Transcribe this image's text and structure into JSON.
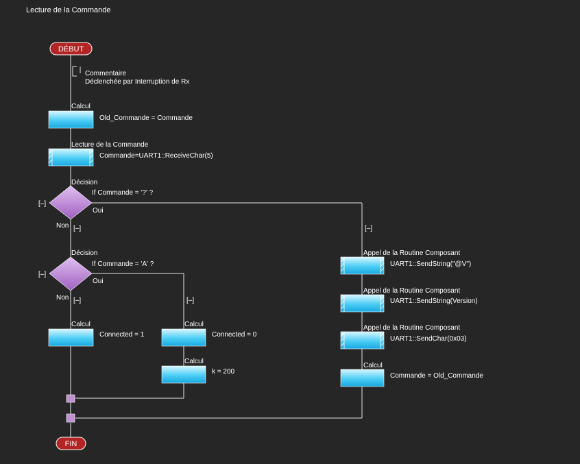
{
  "title": "Lecture de la Commande",
  "colors": {
    "background": "#262626",
    "terminator": "#b32424",
    "box_top": "#d8f6ff",
    "box_bottom": "#18b4e8",
    "diamond": "#b87acc",
    "junction": "#c090d0"
  },
  "start": {
    "label": "DÉBUT"
  },
  "end": {
    "label": "FIN"
  },
  "comment": {
    "title": "Commentaire",
    "text": "Déclenchée par Interruption de Rx"
  },
  "steps": {
    "calc_old": {
      "type": "Calcul",
      "text": "Old_Commande = Commande"
    },
    "read": {
      "type": "Lecture de  la Commande",
      "text": "Commande=UART1::ReceiveChar(5)"
    },
    "dec1": {
      "type": "Décision",
      "cond": "If  Commande = '?' ?",
      "yes": "Oui",
      "no": "Non",
      "collapse_left": "[–]",
      "collapse_no": "[–]",
      "collapse_yes": "[–]"
    },
    "dec2": {
      "type": "Décision",
      "cond": "If  Commande = 'A' ?",
      "yes": "Oui",
      "no": "Non",
      "collapse_left": "[–]",
      "collapse_no": "[–]",
      "collapse_yes": "[–]"
    },
    "calc_c1": {
      "type": "Calcul",
      "text": "Connected = 1"
    },
    "calc_c0": {
      "type": "Calcul",
      "text": "Connected = 0"
    },
    "calc_k": {
      "type": "Calcul",
      "text": "k = 200"
    },
    "send1": {
      "type": "Appel de la Routine Composant",
      "text": "UART1::SendString(\"@V\")"
    },
    "send2": {
      "type": "Appel de la Routine Composant",
      "text": "UART1::SendString(Version)"
    },
    "send3": {
      "type": "Appel de la Routine Composant",
      "text": "UART1::SendChar(0x03)"
    },
    "calc_restore": {
      "type": "Calcul",
      "text": "Commande = Old_Commande"
    }
  }
}
